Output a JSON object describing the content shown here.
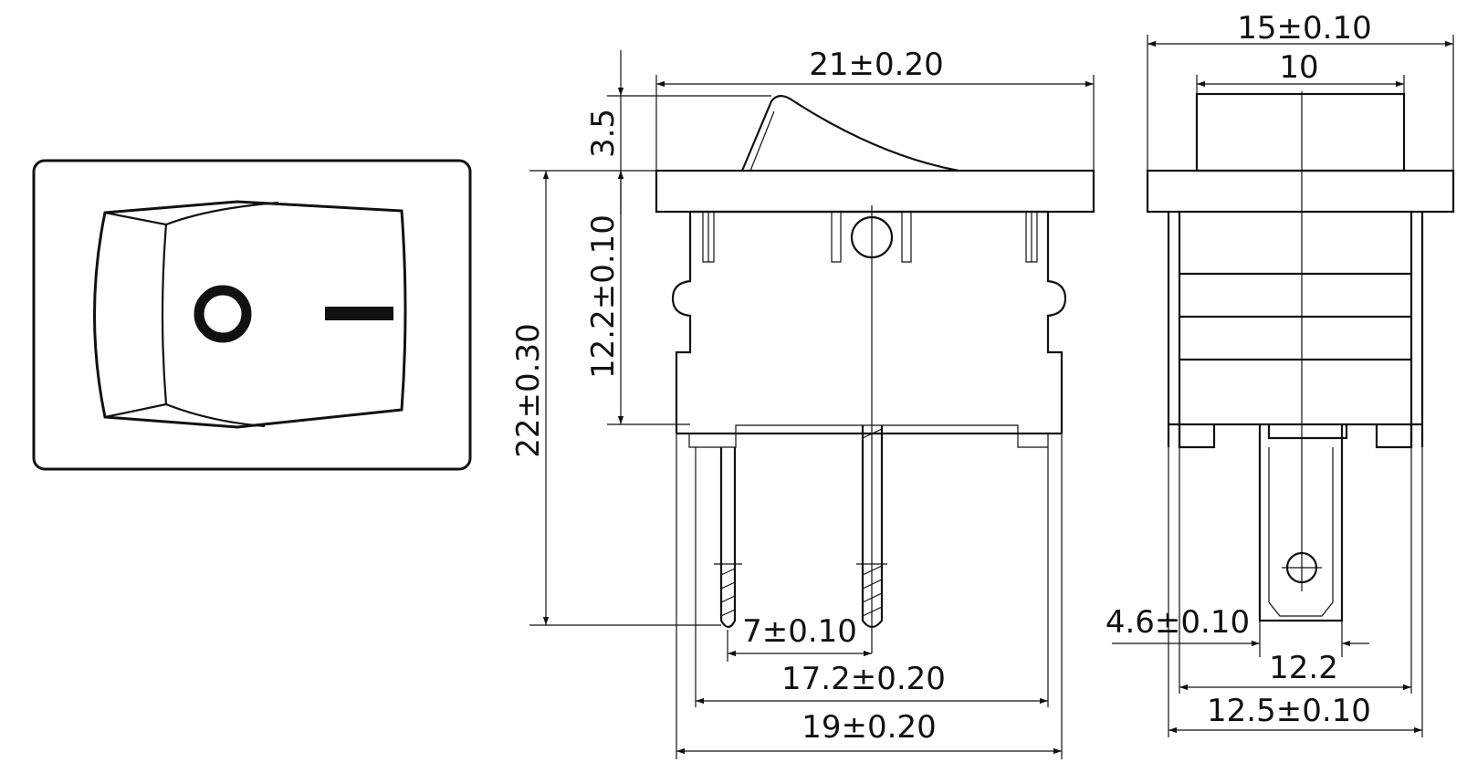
{
  "front_view": {
    "symbol_off": "O",
    "symbol_on": "I"
  },
  "side_view": {
    "dims": {
      "width_top": "21±0.20",
      "rocker_height": "3.5",
      "body_height": "12.2±0.10",
      "total_height": "22±0.30",
      "pin_pitch": "7±0.10",
      "pin_span": "17.2±0.20",
      "body_width": "19±0.20"
    }
  },
  "end_view": {
    "dims": {
      "flange_width": "15±0.10",
      "rocker_width": "10",
      "tab_width": "4.6±0.10",
      "inner_width": "12.2",
      "body_width": "12.5±0.10"
    }
  }
}
